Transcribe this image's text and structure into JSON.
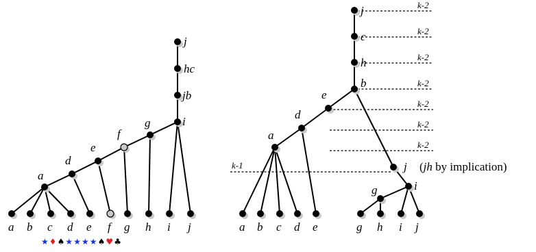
{
  "colors": {
    "edge": "#000000",
    "node": "#000000",
    "shadow": "#c8c8c8",
    "grey_node": "#c8c8c8",
    "star": "#1a33d9",
    "red_suit": "#e02020",
    "black_suit": "#000000"
  },
  "left_tree": {
    "leaves": [
      "a",
      "b",
      "c",
      "d",
      "e",
      "f",
      "g",
      "h",
      "i",
      "j"
    ],
    "internal": {
      "a": "a",
      "d": "d",
      "e": "e",
      "f": "f",
      "g": "g",
      "i": "i",
      "jb": "jb",
      "hc": "hc",
      "j": "j"
    },
    "suits": [
      {
        "glyph": "★",
        "color": "#1a33d9",
        "icon": "star-icon"
      },
      {
        "glyph": "♦",
        "color": "#e02020",
        "icon": "diamond-icon"
      },
      {
        "glyph": "♠",
        "color": "#000000",
        "icon": "spade-icon"
      },
      {
        "glyph": "★",
        "color": "#1a33d9",
        "icon": "star-icon"
      },
      {
        "glyph": "★",
        "color": "#1a33d9",
        "icon": "star-icon"
      },
      {
        "glyph": "★",
        "color": "#1a33d9",
        "icon": "star-icon"
      },
      {
        "glyph": "★",
        "color": "#1a33d9",
        "icon": "star-icon"
      },
      {
        "glyph": "♠",
        "color": "#000000",
        "icon": "spade-icon"
      },
      {
        "glyph": "♥",
        "color": "#e02020",
        "icon": "heart-icon"
      },
      {
        "glyph": "♣",
        "color": "#000000",
        "icon": "club-icon"
      }
    ]
  },
  "right_tree": {
    "leaves": [
      "a",
      "b",
      "c",
      "d",
      "e",
      "g",
      "h",
      "i",
      "j"
    ],
    "internal": {
      "j": "j",
      "c": "c",
      "h": "h",
      "b": "b",
      "e": "e",
      "d": "d",
      "a": "a",
      "g": "g",
      "i": "i",
      "j_mid": "j"
    },
    "level_labels": [
      "k-2",
      "k-2",
      "k-2",
      "k-2",
      "k-2",
      "k-2",
      "k-2"
    ],
    "k1_label": "k-1",
    "note": {
      "open": "(",
      "italic": "jh",
      "rest": " by implication)"
    }
  }
}
